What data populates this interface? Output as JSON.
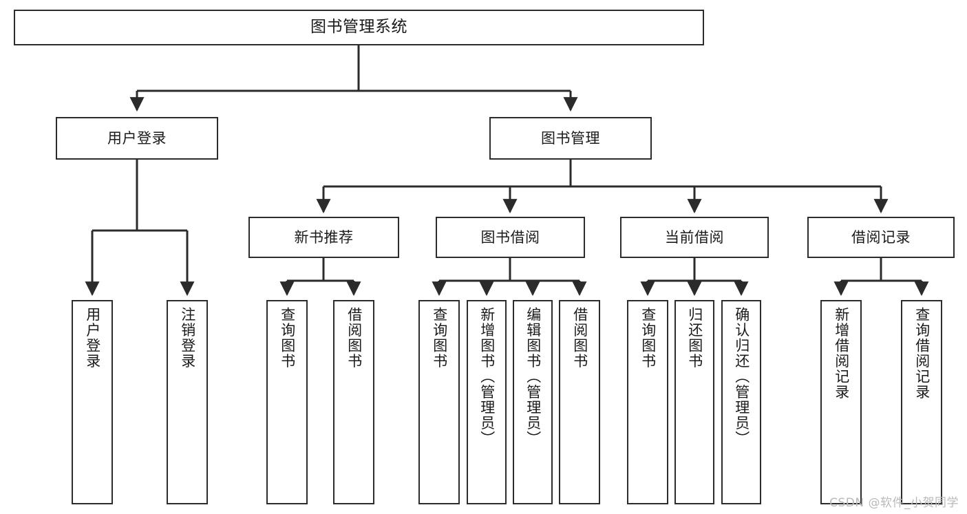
{
  "diagram": {
    "title": "图书管理系统",
    "watermark": "CSDN @软件_小贺同学",
    "line_color": "#2b2b2b",
    "box_fill": "#ffffff",
    "text_color": "#1a1a1a",
    "root": {
      "label": "图书管理系统"
    },
    "level2": [
      {
        "label": "用户登录"
      },
      {
        "label": "图书管理"
      }
    ],
    "level3": [
      {
        "label": "新书推荐"
      },
      {
        "label": "图书借阅"
      },
      {
        "label": "当前借阅"
      },
      {
        "label": "借阅记录"
      }
    ],
    "leaves": [
      {
        "label": "用户登录"
      },
      {
        "label": "注销登录"
      },
      {
        "label": "查询图书"
      },
      {
        "label": "借阅图书"
      },
      {
        "label": "查询图书"
      },
      {
        "label": "新增图书（管理员）"
      },
      {
        "label": "编辑图书（管理员）"
      },
      {
        "label": "借阅图书"
      },
      {
        "label": "查询图书"
      },
      {
        "label": "归还图书"
      },
      {
        "label": "确认归还（管理员）"
      },
      {
        "label": "新增借阅记录"
      },
      {
        "label": "查询借阅记录"
      }
    ]
  }
}
